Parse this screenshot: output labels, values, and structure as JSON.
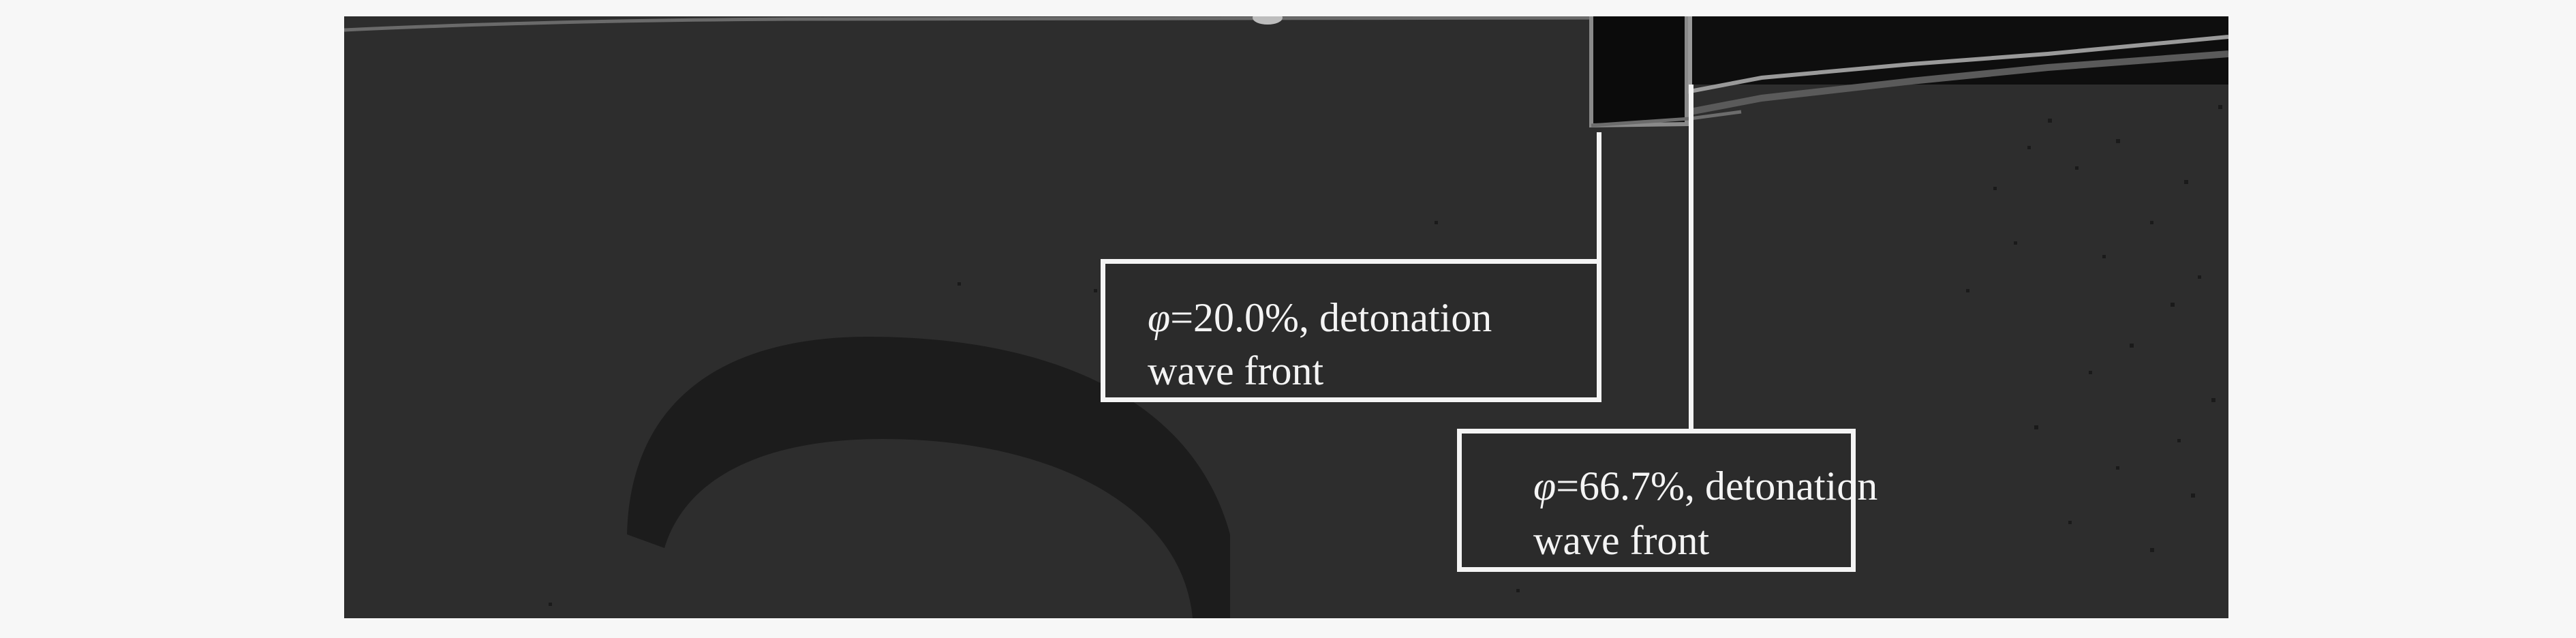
{
  "annotations": [
    {
      "symbol": "φ",
      "line1_rest": "=20.0%, detonation",
      "line2": "wave front"
    },
    {
      "symbol": "φ",
      "line1_rest": "=66.7%, detonation",
      "line2": "wave front"
    }
  ],
  "colors": {
    "page_background": "#f7f7f7",
    "photo_background": "#2d2d2d",
    "annotation_stroke": "#f4f4f4"
  }
}
